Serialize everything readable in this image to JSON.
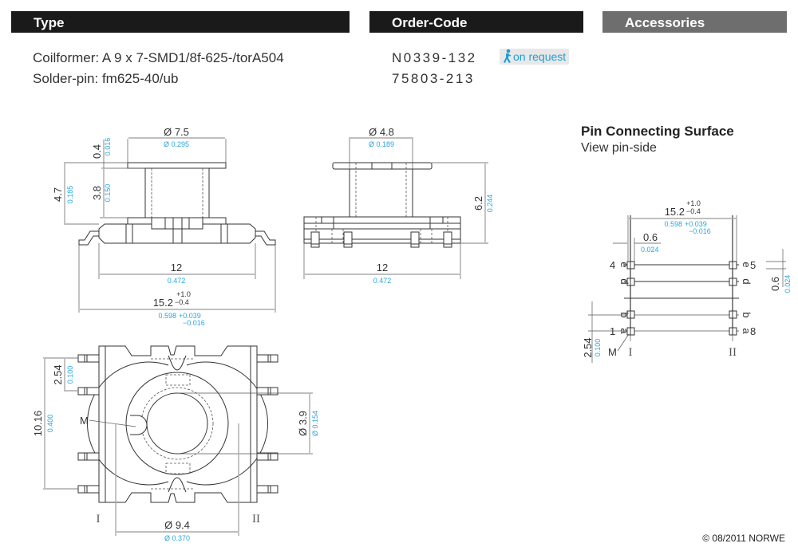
{
  "headers": {
    "type": "Type",
    "order_code": "Order-Code",
    "accessories": "Accessories"
  },
  "colors": {
    "header_dark": "#1a1a1a",
    "header_grey": "#6e6e6e",
    "inch_dimension": "#2aa6dd",
    "badge_text": "#1e9fd6"
  },
  "items": [
    {
      "label": "Coilformer:",
      "value": "A 9 x 7-SMD1/8f-625-/torA504",
      "code": "N0339-132",
      "badge": "on request",
      "badge_icon": "running-person-icon"
    },
    {
      "label": "Solder-pin:",
      "value": "fm625-40/ub",
      "code": "75803-213"
    }
  ],
  "side_view": {
    "top_dia_mm": "Ø 7.5",
    "top_dia_in": "Ø 0.295",
    "flange_mm": "0.4",
    "flange_in": "0.016",
    "total_h_mm": "4.7",
    "total_h_in": "0.185",
    "winding_mm": "3.8",
    "winding_in": "0.150",
    "width_mm": "12",
    "width_in": "0.472",
    "overall_mm": "15.2",
    "overall_tol_plus": "+1.0",
    "overall_tol_minus": "−0.4",
    "overall_in": "0.598",
    "overall_in_plus": "+0.039",
    "overall_in_minus": "−0.016"
  },
  "front_view": {
    "dia_mm": "Ø 4.8",
    "dia_in": "Ø 0.189",
    "height_mm": "6.2",
    "height_in": "0.244",
    "width_mm": "12",
    "width_in": "0.472"
  },
  "bottom_view": {
    "pitch_mm": "2.54",
    "pitch_in": "0.100",
    "span_mm": "10.16",
    "span_in": "0.400",
    "marker": "M",
    "inner_dia_mm": "Ø 3.9",
    "inner_dia_in": "Ø 0.154",
    "outer_dia_mm": "Ø 9.4",
    "outer_dia_in": "Ø 0.370",
    "row_left": "I",
    "row_right": "II"
  },
  "pin_surface": {
    "title": "Pin Connecting Surface",
    "subtitle": "View pin-side",
    "overall_mm": "15.2",
    "overall_tol_plus": "+1.0",
    "overall_tol_minus": "−0.4",
    "overall_in": "0.598",
    "overall_in_plus": "+0.039",
    "overall_in_minus": "−0.016",
    "pin_w_mm": "0.6",
    "pin_w_in": "0.024",
    "pin_h_mm": "0.6",
    "pin_h_in": "0.024",
    "pitch_mm": "2.54",
    "pitch_in": "0.100",
    "pin_numbers": {
      "p1": "1",
      "p4": "4",
      "p5": "5",
      "p8": "8"
    },
    "pin_letters": [
      "a",
      "b",
      "d",
      "e"
    ],
    "marker": "M",
    "row_left": "I",
    "row_right": "II"
  },
  "footer": {
    "copyright": "© 08/2011 NORWE"
  }
}
